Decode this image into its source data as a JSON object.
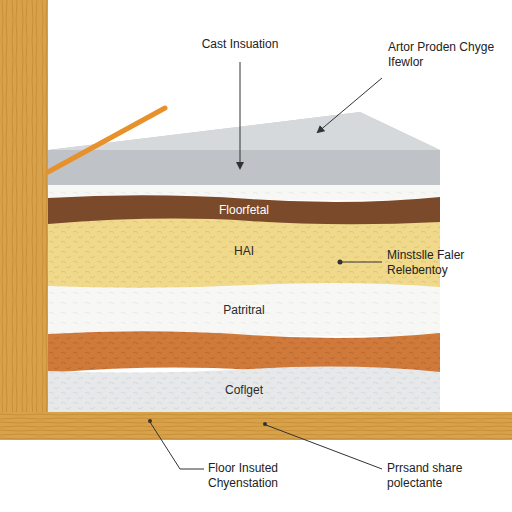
{
  "diagram": {
    "nodes": [
      {
        "text": [
          "Floorfetal"
        ]
      },
      {
        "text": [
          "HAI"
        ]
      },
      {
        "text": [
          "Patritral"
        ]
      },
      {
        "text": [
          "Coflget"
        ]
      }
    ],
    "labels": [
      "Cast Insuation",
      "Artor Proden Chyge Ifewlor",
      "Minstslle Faler Relebentoy",
      "Floor Insuted Chyenstation",
      "Prrsand share polectante"
    ]
  }
}
